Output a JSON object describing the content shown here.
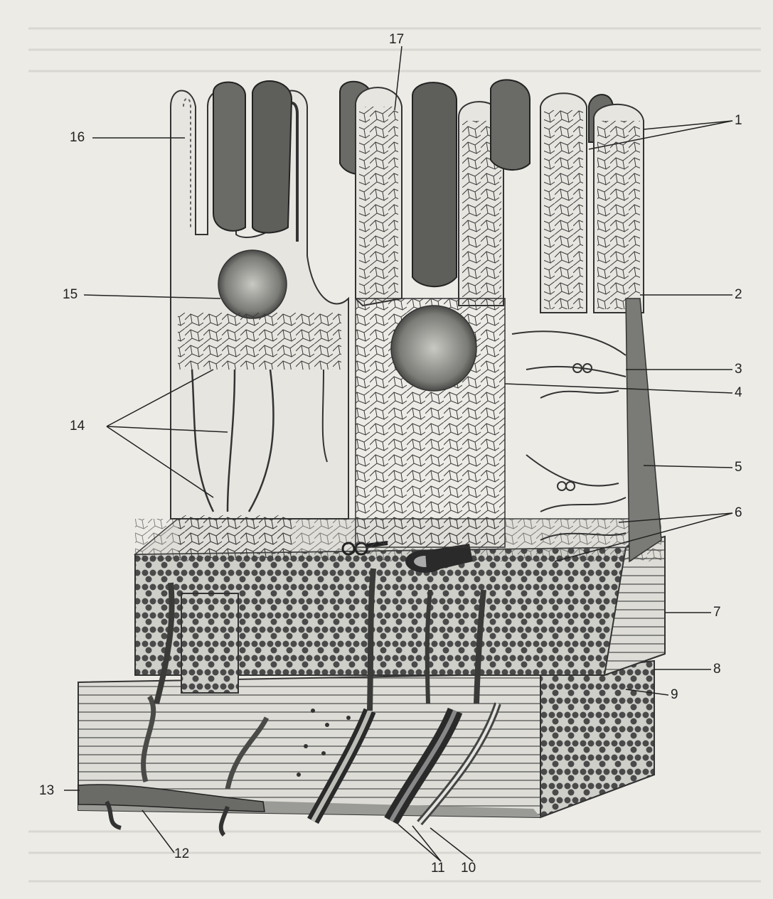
{
  "figure": {
    "labels": [
      {
        "id": "1",
        "text": "1"
      },
      {
        "id": "2",
        "text": "2"
      },
      {
        "id": "3",
        "text": "3"
      },
      {
        "id": "4",
        "text": "4"
      },
      {
        "id": "5",
        "text": "5"
      },
      {
        "id": "6",
        "text": "6"
      },
      {
        "id": "7",
        "text": "7"
      },
      {
        "id": "8",
        "text": "8"
      },
      {
        "id": "9",
        "text": "9"
      },
      {
        "id": "10",
        "text": "10"
      },
      {
        "id": "11",
        "text": "11"
      },
      {
        "id": "12",
        "text": "12"
      },
      {
        "id": "13",
        "text": "13"
      },
      {
        "id": "14",
        "text": "14"
      },
      {
        "id": "15",
        "text": "15"
      },
      {
        "id": "16",
        "text": "16"
      },
      {
        "id": "17",
        "text": "17"
      }
    ]
  },
  "colors": {
    "paper": "#ecebe6",
    "ink": "#2a2a2a",
    "dark_fill": "#5e5e5e",
    "mid_fill": "#8a8a8a",
    "light_fill": "#d6d5d0"
  }
}
